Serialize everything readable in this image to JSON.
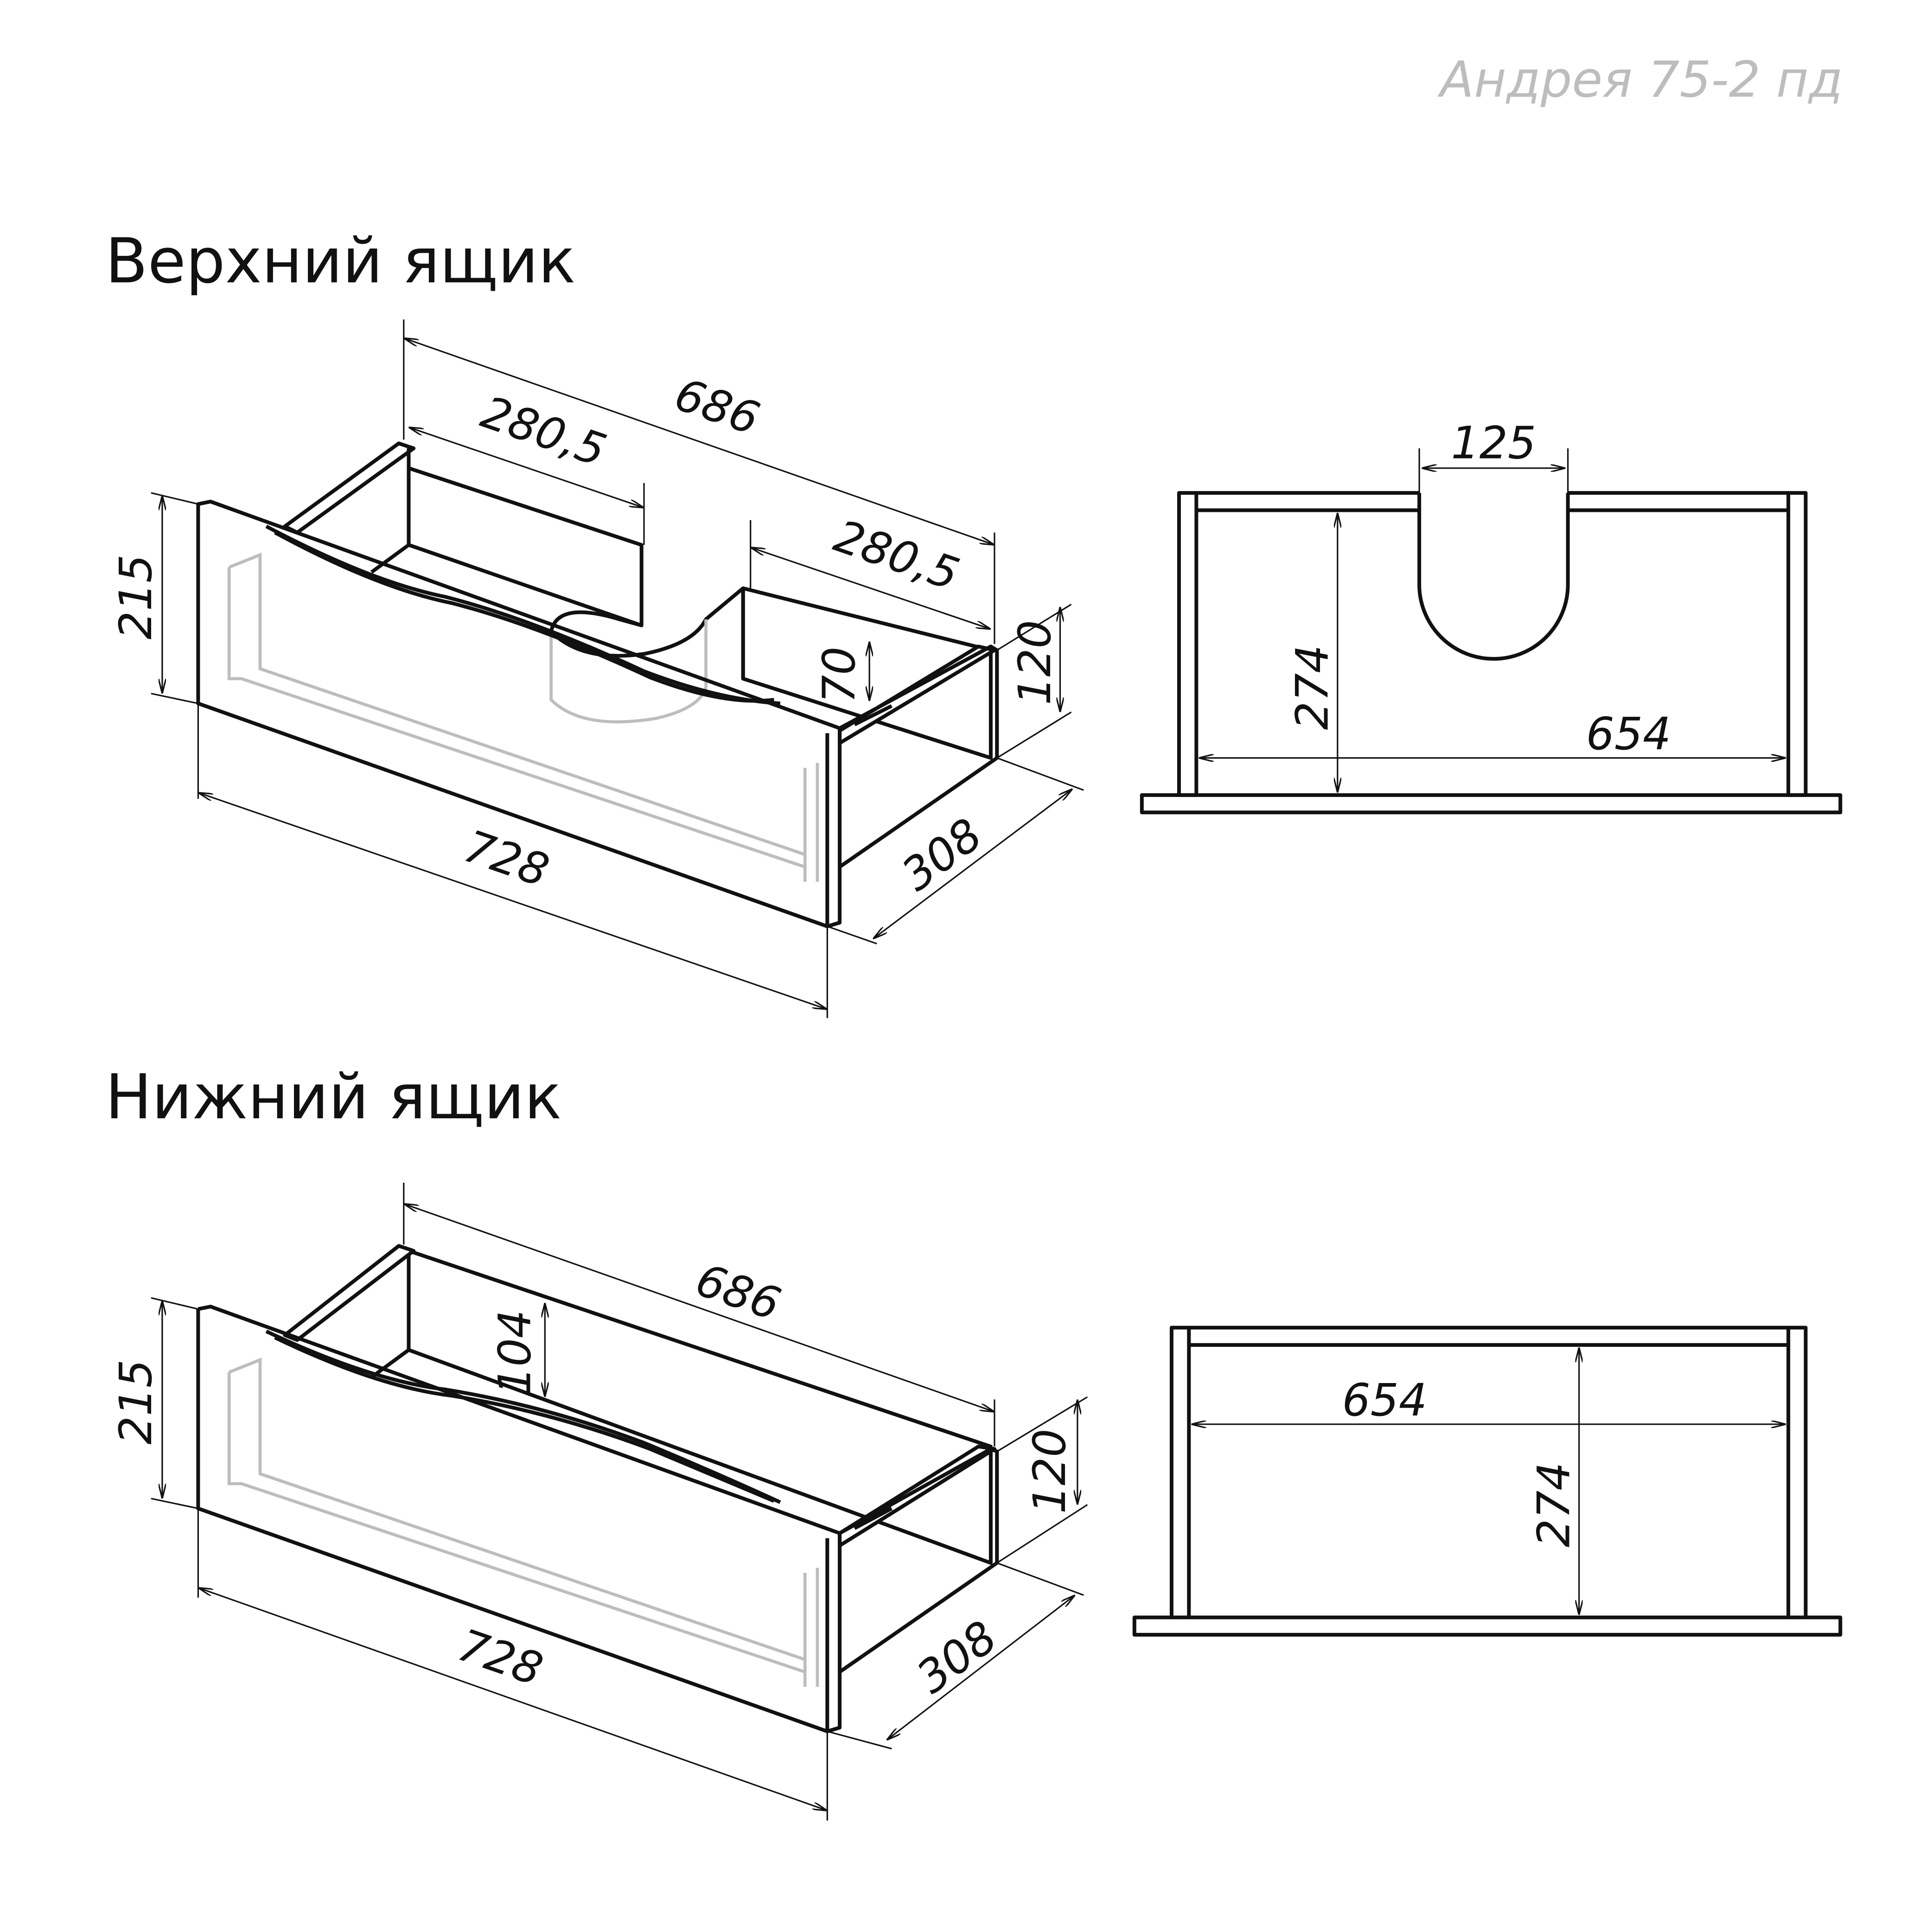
{
  "model_label": "Андрея 75-2 пд",
  "upper_drawer": {
    "title": "Верхний ящик",
    "dims": {
      "width_back": "686",
      "left_section": "280,5",
      "right_section": "280,5",
      "height": "215",
      "cutout_depth": "70",
      "side_height": "120",
      "depth": "308",
      "front_width": "728"
    },
    "plan": {
      "cutout_width": "125",
      "inner_depth": "274",
      "inner_width": "654"
    }
  },
  "lower_drawer": {
    "title": "Нижний ящик",
    "dims": {
      "width_back": "686",
      "back_height": "104",
      "height": "215",
      "side_height": "120",
      "depth": "308",
      "front_width": "728"
    },
    "plan": {
      "inner_width": "654",
      "inner_depth": "274"
    }
  }
}
